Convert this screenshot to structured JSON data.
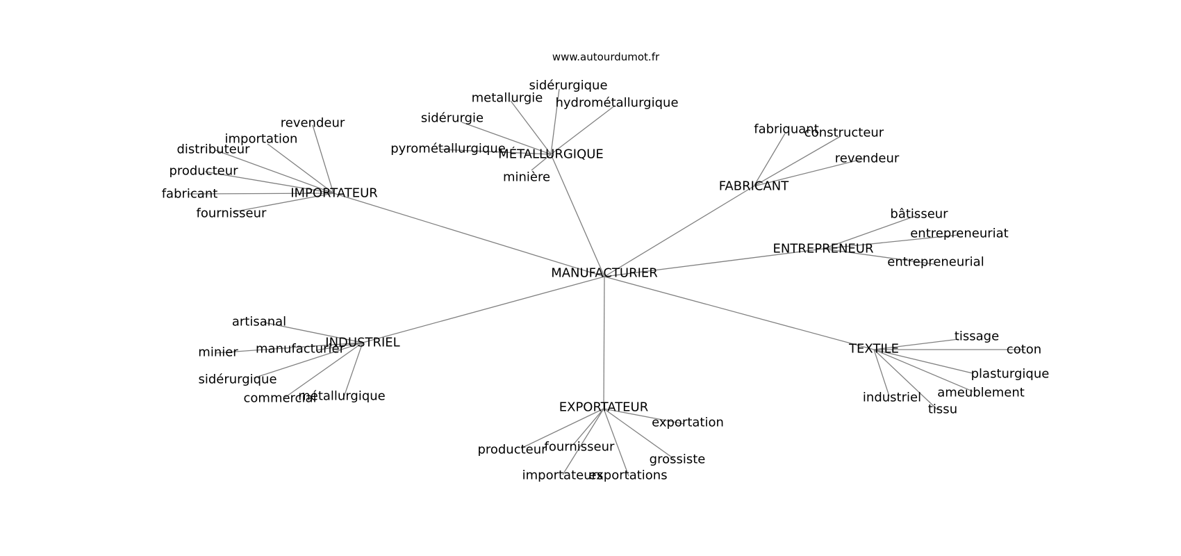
{
  "source": "www.autourdumot.fr",
  "colors": {
    "edge": "#808080",
    "text": "#000000",
    "background": "#ffffff"
  },
  "center": "MANUFACTURIER",
  "hubs": [
    {
      "id": "metallurgique",
      "label": "MÉTALLURGIQUE",
      "leaves": [
        {
          "id": "siderurgique",
          "label": "sidérurgique"
        },
        {
          "id": "metallurgie",
          "label": "metallurgie"
        },
        {
          "id": "hydrometallurgique",
          "label": "hydrométallurgique"
        },
        {
          "id": "siderurgie",
          "label": "sidérurgie"
        },
        {
          "id": "pyrometallurgique",
          "label": "pyrométallurgique"
        },
        {
          "id": "miniere",
          "label": "minière"
        }
      ]
    },
    {
      "id": "importateur",
      "label": "IMPORTATEUR",
      "leaves": [
        {
          "id": "revendeur",
          "label": "revendeur"
        },
        {
          "id": "importation",
          "label": "importation"
        },
        {
          "id": "distributeur",
          "label": "distributeur"
        },
        {
          "id": "producteur",
          "label": "producteur"
        },
        {
          "id": "fabricant",
          "label": "fabricant"
        },
        {
          "id": "fournisseur",
          "label": "fournisseur"
        }
      ]
    },
    {
      "id": "fabricant",
      "label": "FABRICANT",
      "leaves": [
        {
          "id": "fabriquant",
          "label": "fabriquant"
        },
        {
          "id": "constructeur",
          "label": "constructeur"
        },
        {
          "id": "revendeur",
          "label": "revendeur"
        }
      ]
    },
    {
      "id": "entrepreneur",
      "label": "ENTREPRENEUR",
      "leaves": [
        {
          "id": "batisseur",
          "label": "bâtisseur"
        },
        {
          "id": "entrepreneuriat",
          "label": "entrepreneuriat"
        },
        {
          "id": "entrepreneurial",
          "label": "entrepreneurial"
        }
      ]
    },
    {
      "id": "industriel",
      "label": "INDUSTRIEL",
      "leaves": [
        {
          "id": "artisanal",
          "label": "artisanal"
        },
        {
          "id": "manufacturier",
          "label": "manufacturier"
        },
        {
          "id": "minier",
          "label": "minier"
        },
        {
          "id": "siderurgique",
          "label": "sidérurgique"
        },
        {
          "id": "commercial",
          "label": "commercial"
        },
        {
          "id": "metallurgique",
          "label": "métallurgique"
        }
      ]
    },
    {
      "id": "textile",
      "label": "TEXTILE",
      "leaves": [
        {
          "id": "tissage",
          "label": "tissage"
        },
        {
          "id": "coton",
          "label": "coton"
        },
        {
          "id": "plasturgique",
          "label": "plasturgique"
        },
        {
          "id": "ameublement",
          "label": "ameublement"
        },
        {
          "id": "industriel",
          "label": "industriel"
        },
        {
          "id": "tissu",
          "label": "tissu"
        }
      ]
    },
    {
      "id": "exportateur",
      "label": "EXPORTATEUR",
      "leaves": [
        {
          "id": "exportation",
          "label": "exportation"
        },
        {
          "id": "producteur",
          "label": "producteur"
        },
        {
          "id": "fournisseur",
          "label": "fournisseur"
        },
        {
          "id": "grossiste",
          "label": "grossiste"
        },
        {
          "id": "importateurs",
          "label": "importateurs"
        },
        {
          "id": "exportations",
          "label": "exportations"
        }
      ]
    }
  ]
}
